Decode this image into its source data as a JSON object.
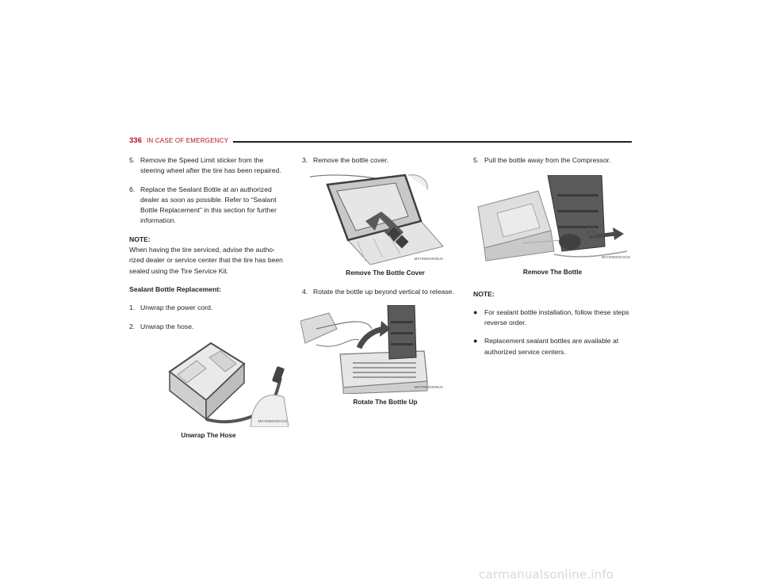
{
  "header": {
    "page_number": "336",
    "section_title": "IN CASE OF EMERGENCY"
  },
  "column1": {
    "step5": {
      "num": "5.",
      "text": "Remove the Speed Limit sticker from the steering wheel after the tire has been repaired."
    },
    "step6": {
      "num": "6.",
      "text": "Replace the Sealant Bottle at an authorized dealer as soon as possible. Refer to “Sealant Bottle Replacement” in this section for further information."
    },
    "note_label": "NOTE:",
    "note_text": "When having the tire serviced, advise the autho-rized dealer or service center that the tire has been sealed using the Tire Service Kit.",
    "subheading": "Sealant Bottle Replacement:",
    "step1": {
      "num": "1.",
      "text": "Unwrap the power cord."
    },
    "step2": {
      "num": "2.",
      "text": "Unwrap the hose."
    },
    "figure": {
      "code": "M0709000007US",
      "caption": "Unwrap The Hose"
    }
  },
  "column2": {
    "step3": {
      "num": "3.",
      "text": "Remove the bottle cover."
    },
    "figure1": {
      "code": "M0709000008US",
      "caption": "Remove The Bottle Cover"
    },
    "step4": {
      "num": "4.",
      "text": "Rotate the bottle up beyond vertical to release."
    },
    "figure2": {
      "code": "M0709000009US",
      "caption": "Rotate The Bottle Up"
    }
  },
  "column3": {
    "step5": {
      "num": "5.",
      "text": "Pull the bottle away from the Compressor."
    },
    "figure": {
      "code": "M0709000010US",
      "caption": "Remove The Bottle"
    },
    "note_label": "NOTE:",
    "bullets": [
      "For sealant bottle installation, follow these steps reverse order.",
      "Replacement sealant bottles are available at authorized service centers."
    ]
  },
  "watermark": "carmanualsonline.info",
  "colors": {
    "accent": "#b5121b",
    "text": "#231f20"
  }
}
